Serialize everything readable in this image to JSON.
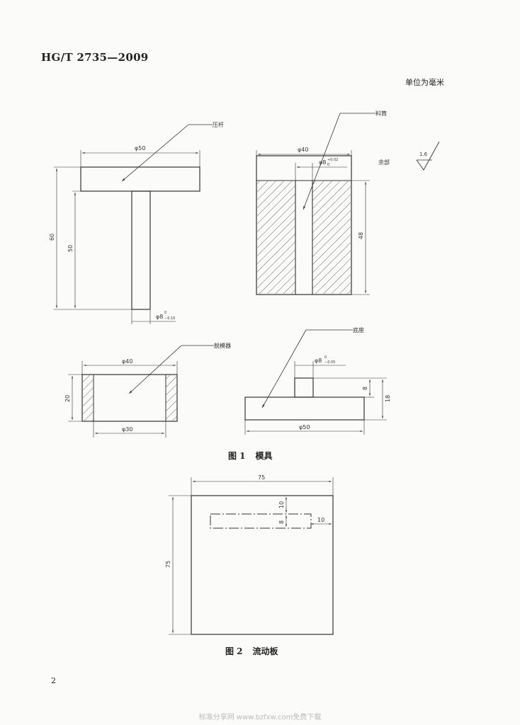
{
  "header": {
    "standard_code": "HG/T 2735—2009",
    "unit_note": "单位为毫米"
  },
  "figure1": {
    "caption_number": "图 1",
    "caption_title": "模具",
    "press_rod": {
      "label": "压杆",
      "dim_head_dia": "φ50",
      "dim_total_height": "60",
      "dim_shaft_height": "50",
      "dim_shaft_dia": "φ8",
      "dim_shaft_tol_upper": "0",
      "dim_shaft_tol_lower": "−0.10"
    },
    "barrel": {
      "label": "料筒",
      "dim_outer_dia": "φ40",
      "dim_bore_dia": "φ8",
      "dim_bore_tol_upper": "+0.02",
      "dim_bore_tol_lower": "0",
      "dim_height": "48",
      "roughness_value": "1.6",
      "roughness_note": "余部"
    },
    "ejector": {
      "label": "脱模器",
      "dim_outer_dia": "φ40",
      "dim_inner_dia": "φ30",
      "dim_height": "20"
    },
    "base": {
      "label": "底座",
      "dim_pin_dia": "φ8",
      "dim_pin_tol_upper": "0",
      "dim_pin_tol_lower": "−0.05",
      "dim_pin_height": "8",
      "dim_total_height": "18",
      "dim_base_dia": "φ50"
    }
  },
  "figure2": {
    "caption_number": "图 2",
    "caption_title": "流动板",
    "dim_width": "75",
    "dim_height": "75",
    "dim_top_offset": "10",
    "dim_slot_height": "8",
    "dim_right_offset": "10"
  },
  "page_number": "2",
  "footer": "标准分享网 www.bzfxw.com免费下载"
}
